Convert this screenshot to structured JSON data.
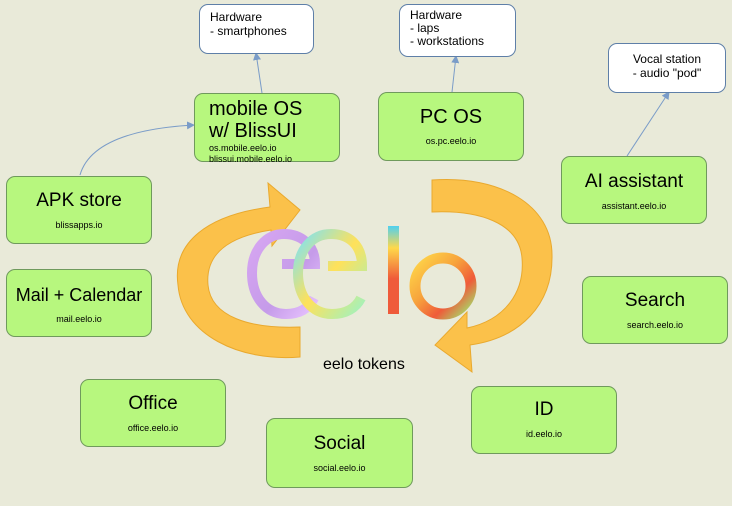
{
  "nodes": {
    "mobile_os": {
      "title_1": "mobile OS",
      "title_2": "w/ BlissUI",
      "url_1": "os.mobile.eelo.io",
      "url_2": "blissui.mobile.eelo.io"
    },
    "pc_os": {
      "title": "PC OS",
      "url": "os.pc.eelo.io"
    },
    "ai_assistant": {
      "title": "AI assistant",
      "url": "assistant.eelo.io"
    },
    "apk_store": {
      "title": "APK store",
      "url": "blissapps.io"
    },
    "mail_calendar": {
      "title": "Mail + Calendar",
      "url": "mail.eelo.io"
    },
    "search": {
      "title": "Search",
      "url": "search.eelo.io"
    },
    "office": {
      "title": "Office",
      "url": "office.eelo.io"
    },
    "social": {
      "title": "Social",
      "url": "social.eelo.io"
    },
    "id": {
      "title": "ID",
      "url": "id.eelo.io"
    }
  },
  "notes": {
    "hardware_mobile": {
      "line_1": "Hardware",
      "line_2": "- smartphones"
    },
    "hardware_pc": {
      "line_1": "Hardware",
      "line_2": "- laps",
      "line_3": "- workstations"
    },
    "vocal_station": {
      "line_1": "Vocal station",
      "line_2": "- audio \"pod\""
    }
  },
  "center": {
    "logo": "eelo",
    "tokens_label": "eelo tokens"
  },
  "colors": {
    "node_fill": "#b7f77e",
    "node_border": "#6f9a5c",
    "note_border": "#5e7fa8",
    "arrow_fill": "#fbc14a",
    "connector": "#7a9cc8",
    "logo_e1": "#d7a6f2",
    "logo_e2": "#7de3f5",
    "logo_l": "#ef5b3a",
    "logo_o": "#f7a33c"
  }
}
